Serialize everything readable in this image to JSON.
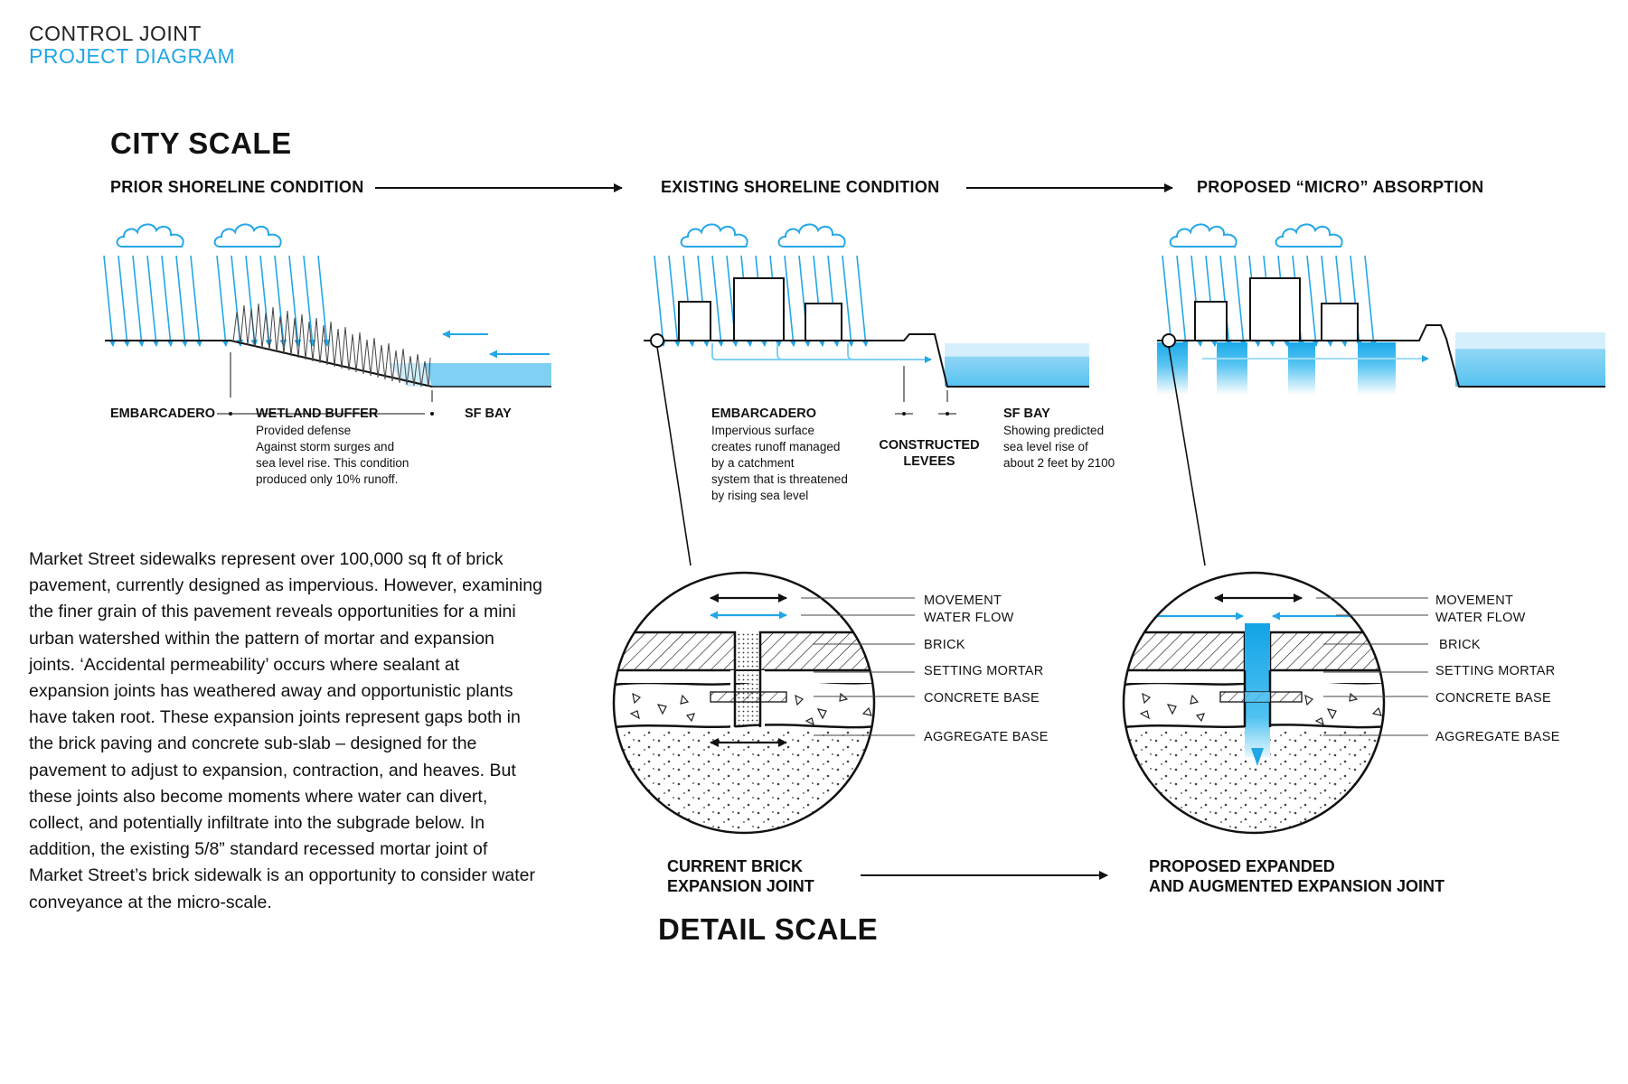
{
  "header": {
    "title": "CONTROL JOINT",
    "subtitle": "PROJECT DIAGRAM"
  },
  "city_scale": {
    "title": "CITY SCALE",
    "conditions": [
      "PRIOR SHORELINE CONDITION",
      "EXISTING SHORELINE CONDITION",
      "PROPOSED “MICRO” ABSORPTION"
    ],
    "prior": {
      "embarcadero": "EMBARCADERO",
      "wetland_title": "WETLAND BUFFER",
      "wetland_lines": [
        "Provided defense",
        "Against storm surges and",
        "sea level rise. This condition",
        "produced only 10% runoff."
      ],
      "bay": "SF BAY"
    },
    "existing": {
      "embarcadero_title": "EMBARCADERO",
      "embarcadero_lines": [
        "Impervious surface",
        "creates runoff managed",
        "by a catchment",
        "system that is threatened",
        "by rising sea level"
      ],
      "levees_lines": [
        "CONSTRUCTED",
        "LEVEES"
      ],
      "bay_title": "SF BAY",
      "bay_lines": [
        "Showing predicted",
        "sea level rise of",
        "about 2 feet by 2100"
      ]
    }
  },
  "paragraph": "Market Street sidewalks represent over 100,000 sq ft of brick pavement, currently designed as impervious. However, examining the finer grain of this pavement reveals opportunities for a mini urban watershed within the pattern of mortar and expansion joints. ‘Accidental permeability’  occurs where sealant at expansion joints has weathered away and opportunistic plants have taken root. These expansion joints represent gaps both in the brick paving and concrete sub-slab – designed for the pavement to adjust to expansion, contraction, and heaves. But these joints also become moments where water can divert, collect, and potentially infiltrate into the subgrade below. In addition, the existing 5/8” standard recessed mortar joint of Market Street’s brick sidewalk is an opportunity to consider water conveyance at the micro-scale.",
  "detail_scale": {
    "title": "DETAIL SCALE",
    "legend": [
      "MOVEMENT",
      "WATER FLOW",
      "BRICK",
      "SETTING MORTAR",
      "CONCRETE BASE",
      "AGGREGATE BASE"
    ],
    "current_caption": [
      "CURRENT BRICK",
      "EXPANSION JOINT"
    ],
    "proposed_caption": [
      "PROPOSED EXPANDED",
      "AND AUGMENTED EXPANSION JOINT"
    ]
  },
  "colors": {
    "accent": "#23a7e6",
    "water_light": "#cfeefc",
    "water_mid": "#7fd0f3",
    "water_deep": "#1aa9ea",
    "ink": "#111111"
  }
}
